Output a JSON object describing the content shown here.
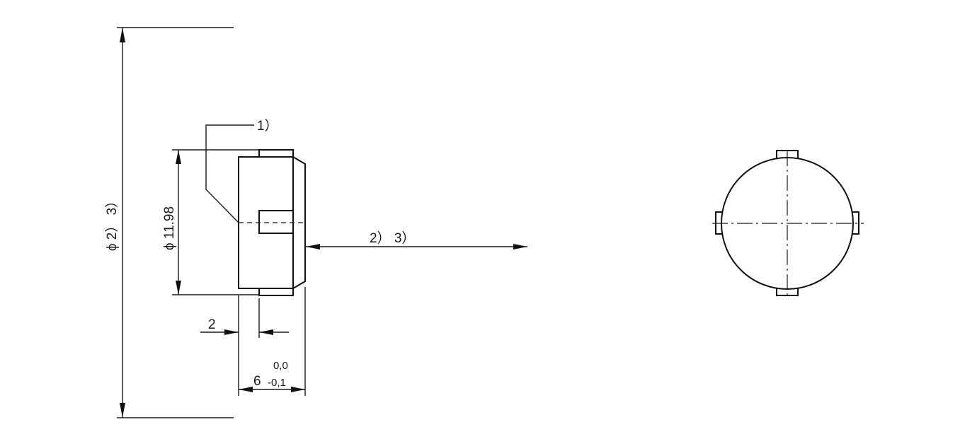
{
  "labels": {
    "outer_diameter": "ϕ 2） 3）",
    "inner_diameter": "ϕ 11.98",
    "note_1": "1）",
    "axis_note": "2） 3）",
    "width_2": "2",
    "width_6": "6",
    "tol_upper": "0,0",
    "tol_lower": "-0,1"
  }
}
